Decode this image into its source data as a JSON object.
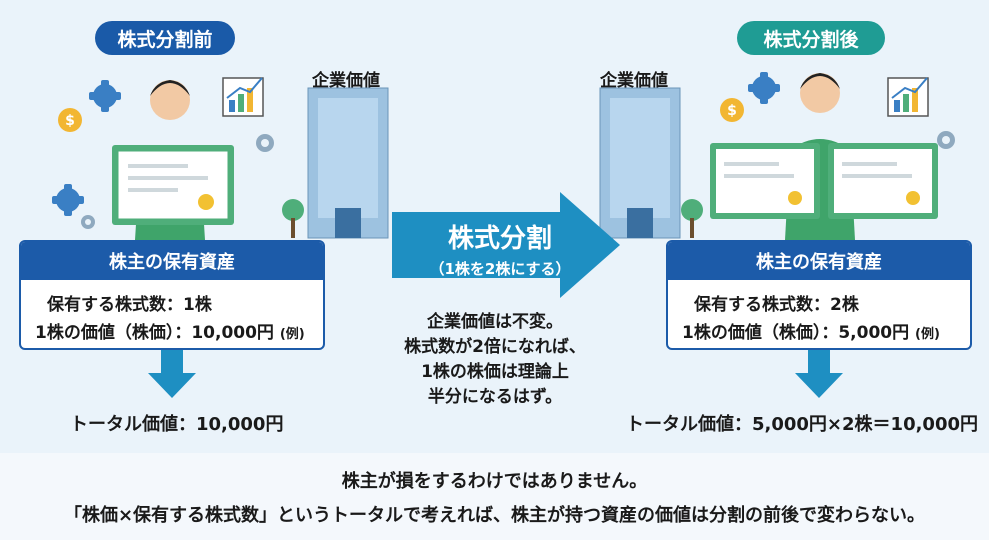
{
  "before": {
    "badge": "株式分割前",
    "panel_title": "株主の保有資産",
    "shares_label": "保有する株式数：1株",
    "price_label": "1株の価値（株価）：10,000円",
    "example_note": "(例)",
    "total": "トータル価値：10,000円"
  },
  "after": {
    "badge": "株式分割後",
    "panel_title": "株主の保有資産",
    "shares_label": "保有する株式数：2株",
    "price_label": "1株の価値（株価）：5,000円",
    "example_note": "(例)",
    "total": "トータル価値：5,000円×2株＝10,000円"
  },
  "building_label_left": "企業価値",
  "building_label_right": "企業価値",
  "split_arrow": {
    "title": "株式分割",
    "subtitle": "（1株を2株にする）"
  },
  "center_note": [
    "企業価値は不変。",
    "株式数が2倍になれば、",
    "1株の株価は理論上",
    "半分になるはず。"
  ],
  "footer": {
    "line1": "株主が損をするわけではありません。",
    "line2": "「株価×保有する株式数」というトータルで考えれば、株主が持つ資産の価値は分割の前後で変わらない。"
  },
  "colors": {
    "navy": "#1c5ba9",
    "teal": "#1f9c94",
    "arrow": "#1e8fc2",
    "certificate": "#4fae7a"
  }
}
